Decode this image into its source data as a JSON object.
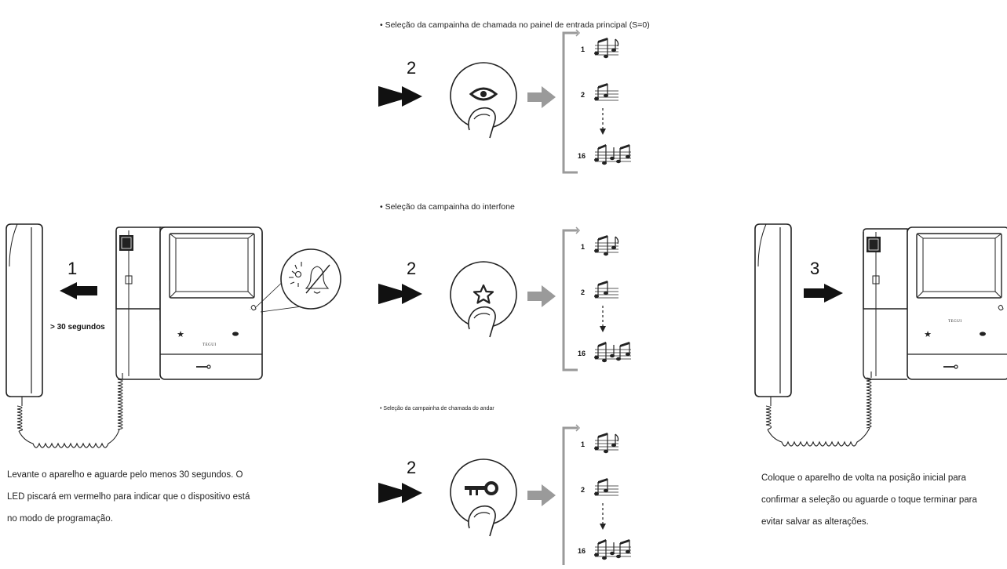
{
  "sections": [
    {
      "title": "• Seleção da campainha de chamada no painel de entrada principal (S=0)",
      "step": "2",
      "button_icon": "eye-icon"
    },
    {
      "title": "• Seleção da campainha do interfone",
      "step": "2",
      "button_icon": "star-icon"
    },
    {
      "title": "• Seleção da campainha de chamada do andar",
      "step": "2",
      "button_icon": "key-icon"
    }
  ],
  "melodies": [
    "1",
    "2",
    "16"
  ],
  "left_panel": {
    "step": "1",
    "duration": "> 30 segundos",
    "brand": "TEGUI",
    "description": [
      "Levante o aparelho e aguarde pelo menos 30 segundos. O",
      "LED piscará em vermelho para indicar que o dispositivo está",
      "no modo de programação."
    ]
  },
  "right_panel": {
    "step": "3",
    "brand": "TEGUI",
    "description": [
      "Coloque o aparelho de volta na posição inicial para",
      "confirmar a seleção ou aguarde o toque terminar para",
      "evitar salvar as alterações."
    ]
  }
}
